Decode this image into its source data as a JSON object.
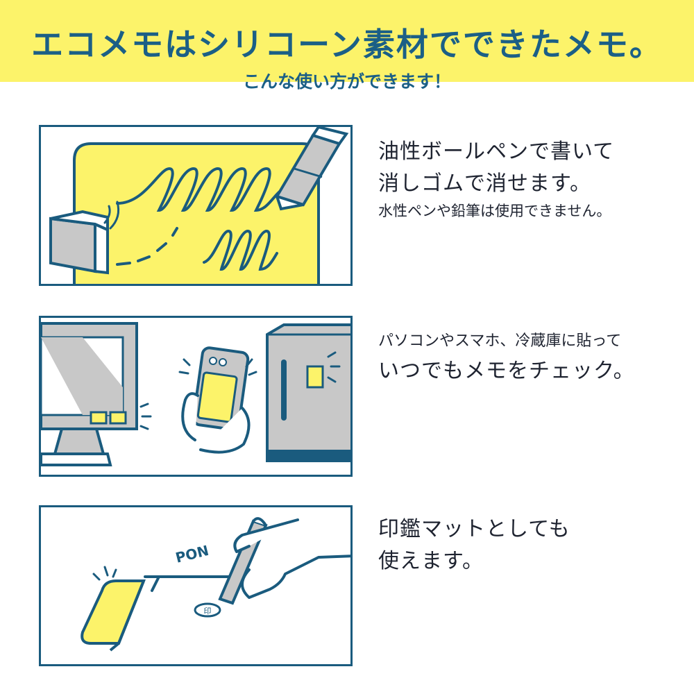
{
  "header": {
    "title": "エコメモはシリコーン素材でできたメモ。",
    "subtitle": "こんな使い方ができます！"
  },
  "usages": [
    {
      "line1": "油性ボールペンで書いて",
      "line2": "消しゴムで消せます。",
      "note": "水性ペンや鉛筆は使用できません。"
    },
    {
      "line1": "パソコンやスマホ、冷蔵庫に貼って",
      "line2": "いつでもメモをチェック。"
    },
    {
      "line1": "印鑑マットとしても",
      "line2": "使えます。",
      "sound_effect": "PON",
      "stamp_mark": "印"
    }
  ],
  "colors": {
    "header_yellow": "#fcf36a",
    "memo_yellow": "#fcf36a",
    "navy": "#1a5b7e",
    "gray": "#c8c8c8"
  }
}
